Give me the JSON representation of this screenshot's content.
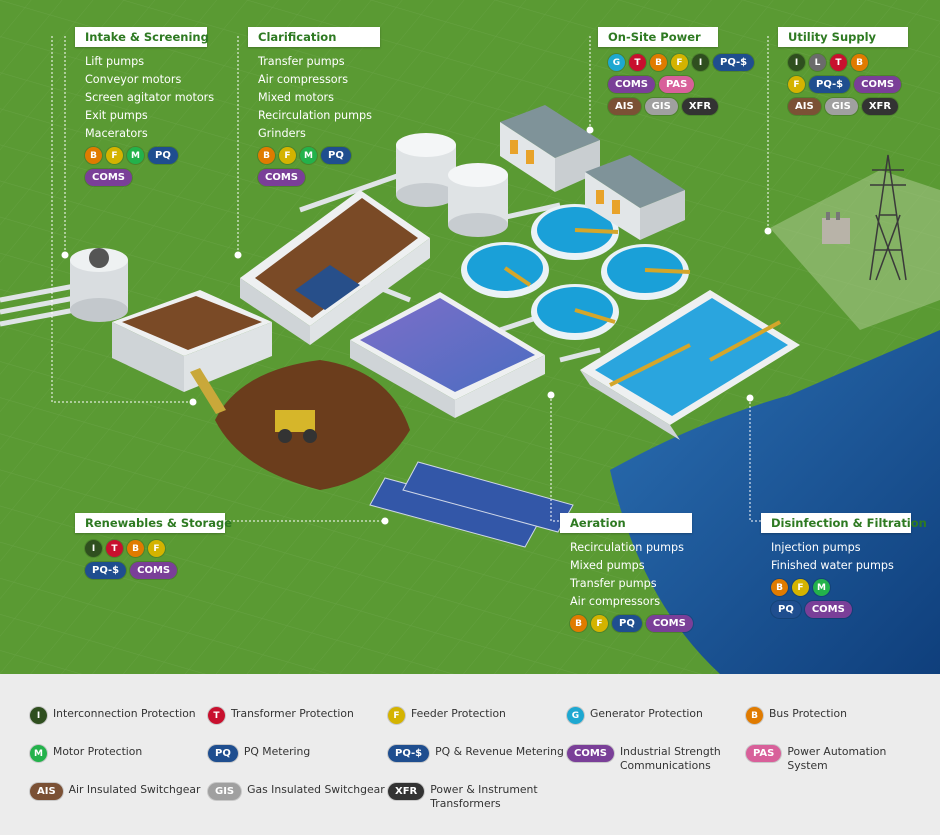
{
  "colors": {
    "I": "#2f4f1f",
    "T": "#c8102e",
    "F": "#d4b300",
    "B": "#e07b00",
    "M": "#23b24b",
    "G": "#1ea8d1",
    "L": "#6b6b6b",
    "PQ": "#1f4e8f",
    "PQS": "#1f4e8f",
    "COMS": "#7a3f98",
    "PAS": "#d8609a",
    "AIS": "#7b5135",
    "GIS": "#a0a0a0",
    "XFR": "#333333"
  },
  "callouts": {
    "intake": {
      "title": "Intake & Screening",
      "items": [
        "Lift pumps",
        "Conveyor motors",
        "Screen agitator motors",
        "Exit pumps",
        "Macerators"
      ]
    },
    "clarification": {
      "title": "Clarification",
      "items": [
        "Transfer pumps",
        "Air compressors",
        "Mixed motors",
        "Recirculation pumps",
        "Grinders"
      ]
    },
    "onsite": {
      "title": "On-Site Power",
      "items": []
    },
    "utility": {
      "title": "Utility Supply",
      "items": []
    },
    "renewables": {
      "title": "Renewables & Storage",
      "items": []
    },
    "aeration": {
      "title": "Aeration",
      "items": [
        "Recirculation pumps",
        "Mixed pumps",
        "Transfer pumps",
        "Air compressors"
      ]
    },
    "disinfection": {
      "title": "Disinfection & Filtration",
      "items": [
        "Injection pumps",
        "Finished water pumps"
      ]
    }
  },
  "badge_text": {
    "I": "I",
    "T": "T",
    "F": "F",
    "B": "B",
    "M": "M",
    "G": "G",
    "L": "L",
    "PQ": "PQ",
    "PQS": "PQ-$",
    "COMS": "COMS",
    "PAS": "PAS",
    "AIS": "AIS",
    "GIS": "GIS",
    "XFR": "XFR"
  },
  "legend": {
    "I": "Interconnection Protection",
    "T": "Transformer Protection",
    "F": "Feeder Protection",
    "G": "Generator Protection",
    "B": "Bus Protection",
    "M": "Motor Protection",
    "PQ": "PQ Metering",
    "PQS": "PQ & Revenue Metering",
    "COMS": "Industrial Strength Communications",
    "PAS": "Power Automation System",
    "AIS": "Air Insulated Switchgear",
    "GIS": "Gas Insulated Switchgear",
    "XFR": "Power & Instrument Transformers"
  }
}
